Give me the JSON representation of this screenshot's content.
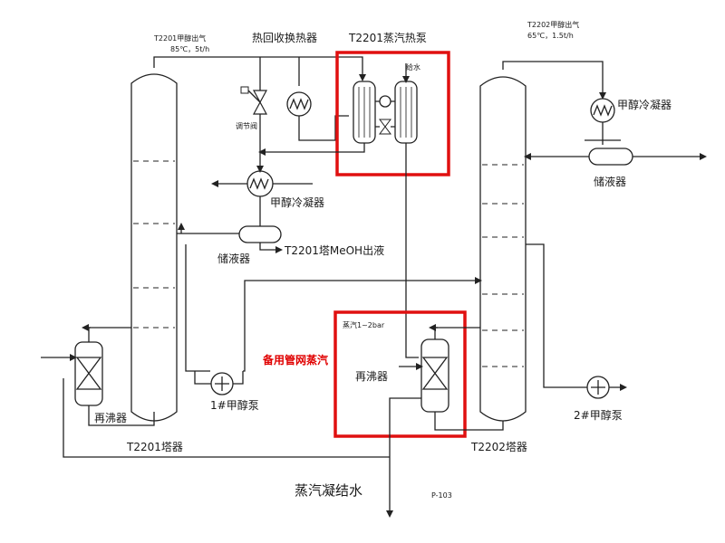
{
  "labels": {
    "t2201_methanol_out": "T2201甲醇出气",
    "t2201_methanol_out_cond": "85℃，5t/h",
    "heat_recovery_exchanger": "热回收换热器",
    "t2201_steam_heat_pump": "T2201蒸汽热泵",
    "feed_water": "给水",
    "control_valve": "调节阀",
    "t2202_methanol_out": "T2202甲醇出气",
    "t2202_methanol_out_cond": "65℃，1.5t/h",
    "methanol_condenser_right": "甲醇冷凝器",
    "storage_tank_right": "储液器",
    "methanol_condenser_left": "甲醇冷凝器",
    "storage_tank_left": "储液器",
    "t2201_meoh_outlet": "T2201塔MeOH出液",
    "steam_pressure": "蒸汽1~2bar",
    "backup_pipe_steam": "备用管网蒸汽",
    "reboiler_right": "再沸器",
    "reboiler_left": "再沸器",
    "pump_1": "1#甲醇泵",
    "pump_2": "2#甲醇泵",
    "tower_t2201": "T2201塔器",
    "tower_t2202": "T2202塔器",
    "steam_condensate": "蒸汽凝结水",
    "page_ref": "P-103"
  },
  "colors": {
    "highlight": "#e01010",
    "line": "#222222",
    "background": "#ffffff"
  }
}
